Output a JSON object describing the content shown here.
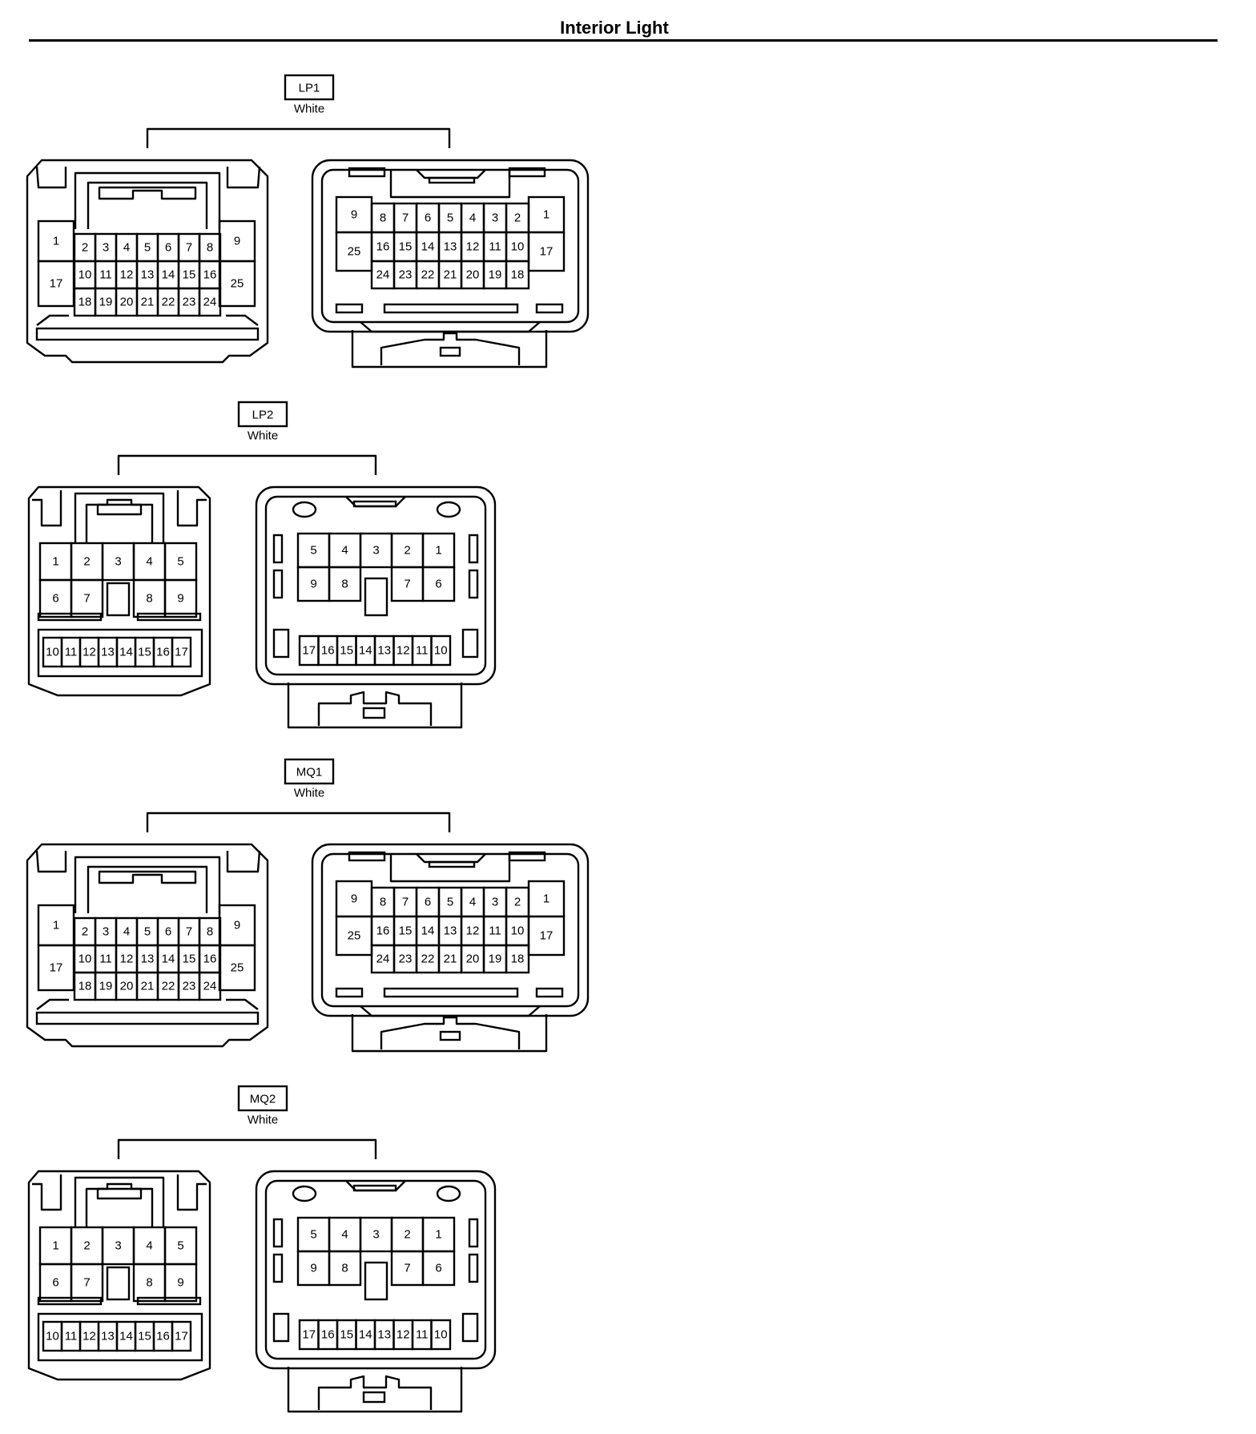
{
  "page": {
    "title": "Interior Light"
  },
  "connectors": [
    {
      "code": "LP1",
      "color": "White",
      "type": "25pin",
      "male_pins": {
        "top": [
          "1",
          "2",
          "3",
          "4",
          "5",
          "6",
          "7",
          "8",
          "9"
        ],
        "mid": [
          "17",
          "10",
          "11",
          "12",
          "13",
          "14",
          "15",
          "16",
          "25"
        ],
        "bot": [
          "18",
          "19",
          "20",
          "21",
          "22",
          "23",
          "24"
        ]
      },
      "female_pins": {
        "top": [
          "9",
          "8",
          "7",
          "6",
          "5",
          "4",
          "3",
          "2",
          "1"
        ],
        "mid": [
          "25",
          "16",
          "15",
          "14",
          "13",
          "12",
          "11",
          "10",
          "17"
        ],
        "bot": [
          "24",
          "23",
          "22",
          "21",
          "20",
          "19",
          "18"
        ]
      }
    },
    {
      "code": "LP2",
      "color": "White",
      "type": "17pin",
      "male_pins": {
        "row1": [
          "1",
          "2",
          "3",
          "4",
          "5"
        ],
        "row2": [
          "6",
          "7",
          "",
          "8",
          "9"
        ],
        "row3": [
          "10",
          "11",
          "12",
          "13",
          "14",
          "15",
          "16",
          "17"
        ]
      },
      "female_pins": {
        "row1": [
          "5",
          "4",
          "3",
          "2",
          "1"
        ],
        "row2": [
          "9",
          "8",
          "",
          "7",
          "6"
        ],
        "row3": [
          "17",
          "16",
          "15",
          "14",
          "13",
          "12",
          "11",
          "10"
        ]
      }
    },
    {
      "code": "MQ1",
      "color": "White",
      "type": "25pin",
      "male_pins": {
        "top": [
          "1",
          "2",
          "3",
          "4",
          "5",
          "6",
          "7",
          "8",
          "9"
        ],
        "mid": [
          "17",
          "10",
          "11",
          "12",
          "13",
          "14",
          "15",
          "16",
          "25"
        ],
        "bot": [
          "18",
          "19",
          "20",
          "21",
          "22",
          "23",
          "24"
        ]
      },
      "female_pins": {
        "top": [
          "9",
          "8",
          "7",
          "6",
          "5",
          "4",
          "3",
          "2",
          "1"
        ],
        "mid": [
          "25",
          "16",
          "15",
          "14",
          "13",
          "12",
          "11",
          "10",
          "17"
        ],
        "bot": [
          "24",
          "23",
          "22",
          "21",
          "20",
          "19",
          "18"
        ]
      }
    },
    {
      "code": "MQ2",
      "color": "White",
      "type": "17pin",
      "male_pins": {
        "row1": [
          "1",
          "2",
          "3",
          "4",
          "5"
        ],
        "row2": [
          "6",
          "7",
          "",
          "8",
          "9"
        ],
        "row3": [
          "10",
          "11",
          "12",
          "13",
          "14",
          "15",
          "16",
          "17"
        ]
      },
      "female_pins": {
        "row1": [
          "5",
          "4",
          "3",
          "2",
          "1"
        ],
        "row2": [
          "9",
          "8",
          "",
          "7",
          "6"
        ],
        "row3": [
          "17",
          "16",
          "15",
          "14",
          "13",
          "12",
          "11",
          "10"
        ]
      }
    }
  ]
}
